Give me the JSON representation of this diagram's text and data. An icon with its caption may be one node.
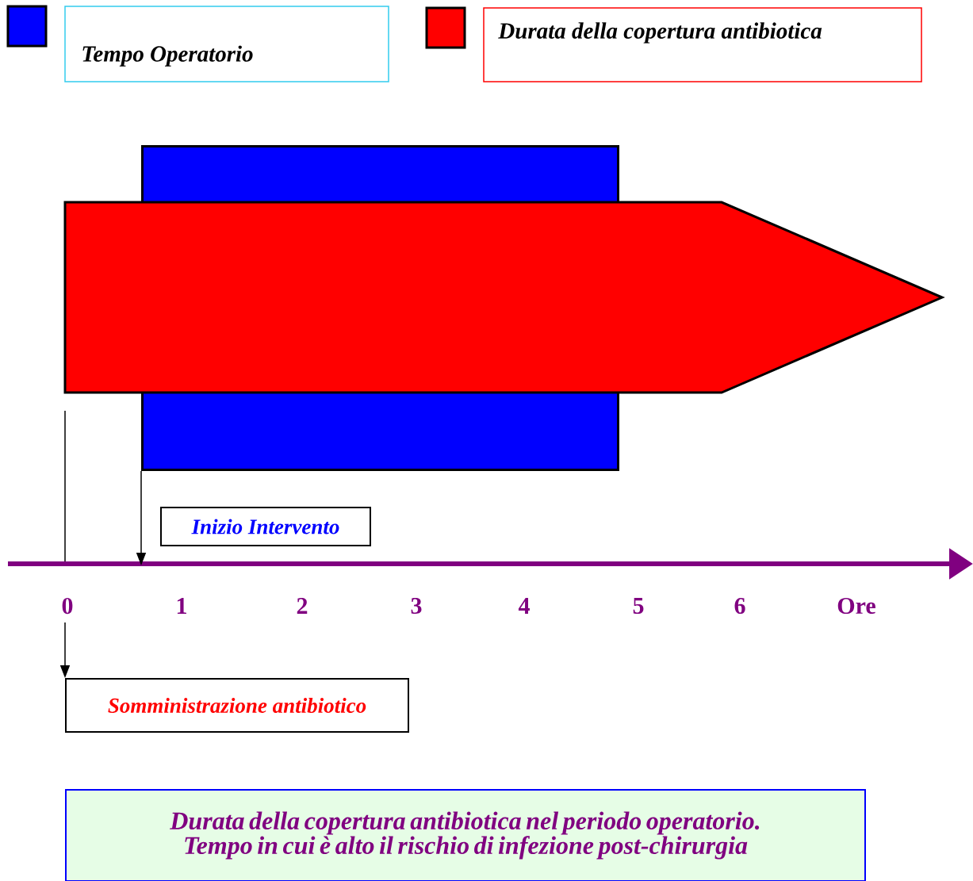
{
  "diagram": {
    "nodes": [
      {
        "text": [],
        "shape": "box"
      },
      {
        "text": [],
        "shape": "arrow"
      },
      {
        "text": [
          "Inizio Intervento"
        ]
      },
      {
        "text": [
          "Somministrazione antibiotico"
        ]
      },
      {
        "text": [
          "Durata della copertura antibiotica nel periodo operatorio. Tempo in cui è alto il rischio di infezione post-chirurgia"
        ]
      }
    ],
    "edges": [
      {
        "from": 0,
        "to": 2,
        "arrow": "to"
      },
      {
        "from": null,
        "to": 3,
        "arrow": "to"
      }
    ],
    "labels": [
      "0",
      "1",
      "2",
      "3",
      "4",
      "5",
      "6",
      "Ore"
    ],
    "legend": [
      {
        "text": "Tempo Operatorio",
        "color": "#0000ff"
      },
      {
        "text": "Durata della copertura antibiotica",
        "color": "#ff0000"
      }
    ]
  }
}
